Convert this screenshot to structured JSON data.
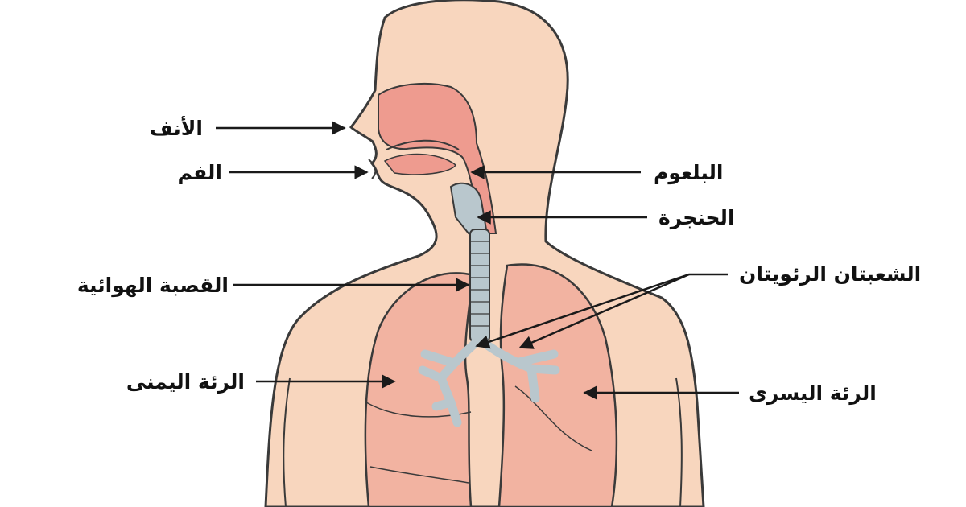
{
  "colors": {
    "skin": "#f8d6be",
    "outline": "#3a3a3a",
    "cavity": "#ee9b8f",
    "lung": "#f2b3a1",
    "trachea": "#b9c7cd",
    "arrow": "#1a1a1a"
  },
  "labels": {
    "nose": "الأنف",
    "mouth": "الفم",
    "trachea": "القصبة الهوائية",
    "right_lung": "الرئة اليمنى",
    "pharynx": "البلعوم",
    "larynx": "الحنجرة",
    "bronchi": "الشعبتان الرئويتان",
    "left_lung": "الرئة اليسرى"
  }
}
